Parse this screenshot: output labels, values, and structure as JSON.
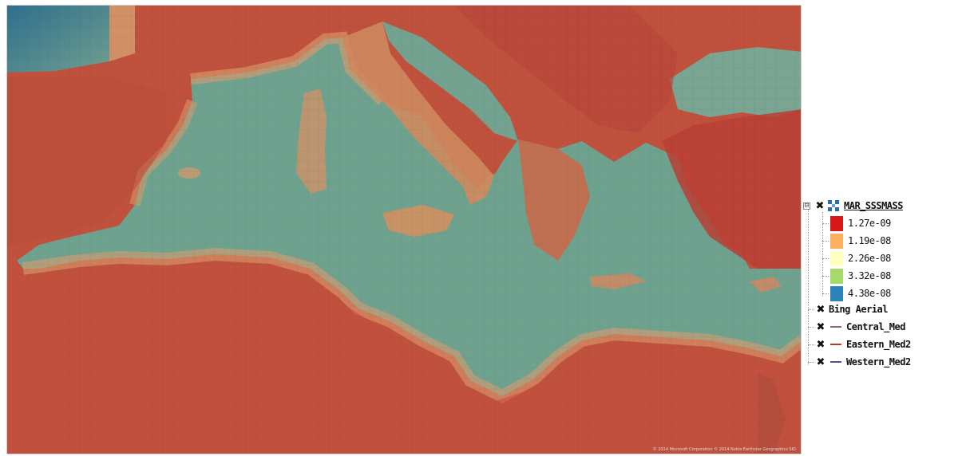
{
  "map": {
    "layer_name": "MAR_SSSMASS",
    "base_layer": "Bing Aerial",
    "attribution": "© 2014 Microsoft Corporation  © 2014 Nokia  Earthstar Geographics SIO"
  },
  "legend": {
    "expander_symbol": "⊟",
    "check_symbol": "✖",
    "active_layer": "MAR_SSSMASS",
    "classes": [
      {
        "value": "1.27e-09",
        "color": "#d7191c"
      },
      {
        "value": "1.19e-08",
        "color": "#fdae61"
      },
      {
        "value": "2.26e-08",
        "color": "#ffffbf"
      },
      {
        "value": "3.32e-08",
        "color": "#a6d96a"
      },
      {
        "value": "4.38e-08",
        "color": "#2b83ba"
      }
    ],
    "other_layers": [
      {
        "name": "Bing Aerial",
        "line_color": null
      },
      {
        "name": "Central_Med",
        "line_color": "#8b6a6a"
      },
      {
        "name": "Eastern_Med2",
        "line_color": "#b03a3a"
      },
      {
        "name": "Western_Med2",
        "line_color": "#5a4aa0"
      }
    ]
  },
  "colors": {
    "land_overlay": "#c8553f",
    "sea_overlay": "#6fa291",
    "coast_overlay": "#d99b6e",
    "deep_blue": "#2f7ea8"
  }
}
